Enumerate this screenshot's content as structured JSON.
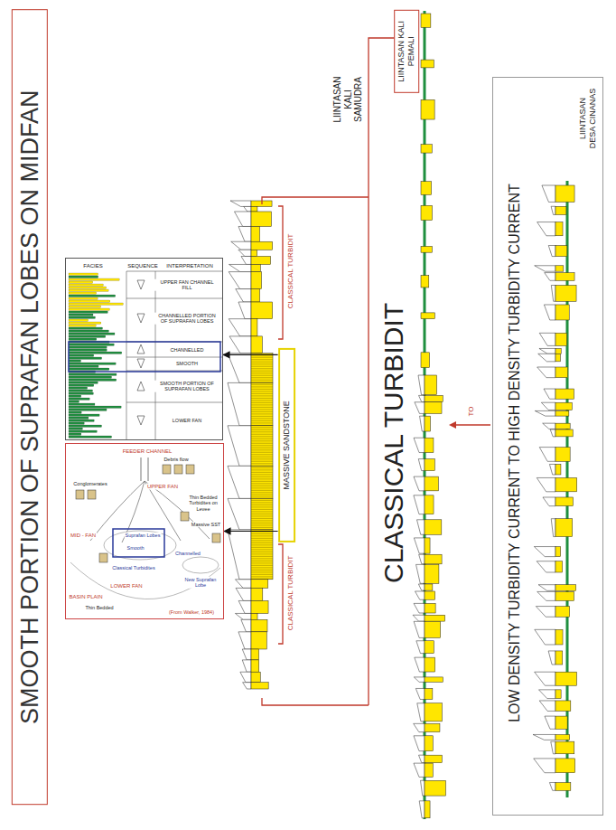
{
  "diagram": {
    "title": "SMOOTH PORTION OF SUPRAFAN LOBES ON MIDFAN",
    "nodes": [
      {
        "text": [
          "FACIES",
          "SEQUENCE",
          "INTERPRETATION"
        ]
      },
      {
        "text": [
          "FEEDER CHANNEL"
        ]
      },
      {
        "text": [
          "MASSIVE SANDSTONE"
        ]
      },
      {
        "text": [
          "LIINTASAN KALI PEMALI"
        ]
      },
      {
        "text": [
          "LIINTASAN DESA CINANAS",
          "LOW DENSITY TURBIDITY CURRENT TO HIGH DENSITY TURBIDITY CURRENT"
        ]
      }
    ],
    "edges": [
      {
        "from": 2,
        "to": 0,
        "arrow": "to"
      },
      {
        "from": 2,
        "to": 1,
        "arrow": "to"
      }
    ],
    "labels": [
      "LIINTASAN KALI SAMUDRA",
      "CLASSICAL TURBIDIT",
      "CLASSICAL TURBIDIT",
      "CLASSICAL TURBIDIT",
      "TO",
      "UPPER FAN CHANNEL FILL",
      "CHANNELLED PORTION OF SUPRAFAN LOBES",
      "CHANNELLED",
      "SMOOTH",
      "SMOOTH PORTION OF SUPRAFAN LOBES",
      "LOWER FAN",
      "UPPER FAN",
      "MID - FAN",
      "LOWER FAN",
      "BASIN PLAIN",
      "(From Walker, 1984)",
      "Conglomerates",
      "Debris flow",
      "Thin Bedded Turbidites on Levee",
      "Massive SST",
      "Suprafan Lobes",
      "Smooth",
      "Channelled",
      "Classical Turbidites",
      "Thin Bedded",
      "New Suprafan Lobe"
    ]
  }
}
